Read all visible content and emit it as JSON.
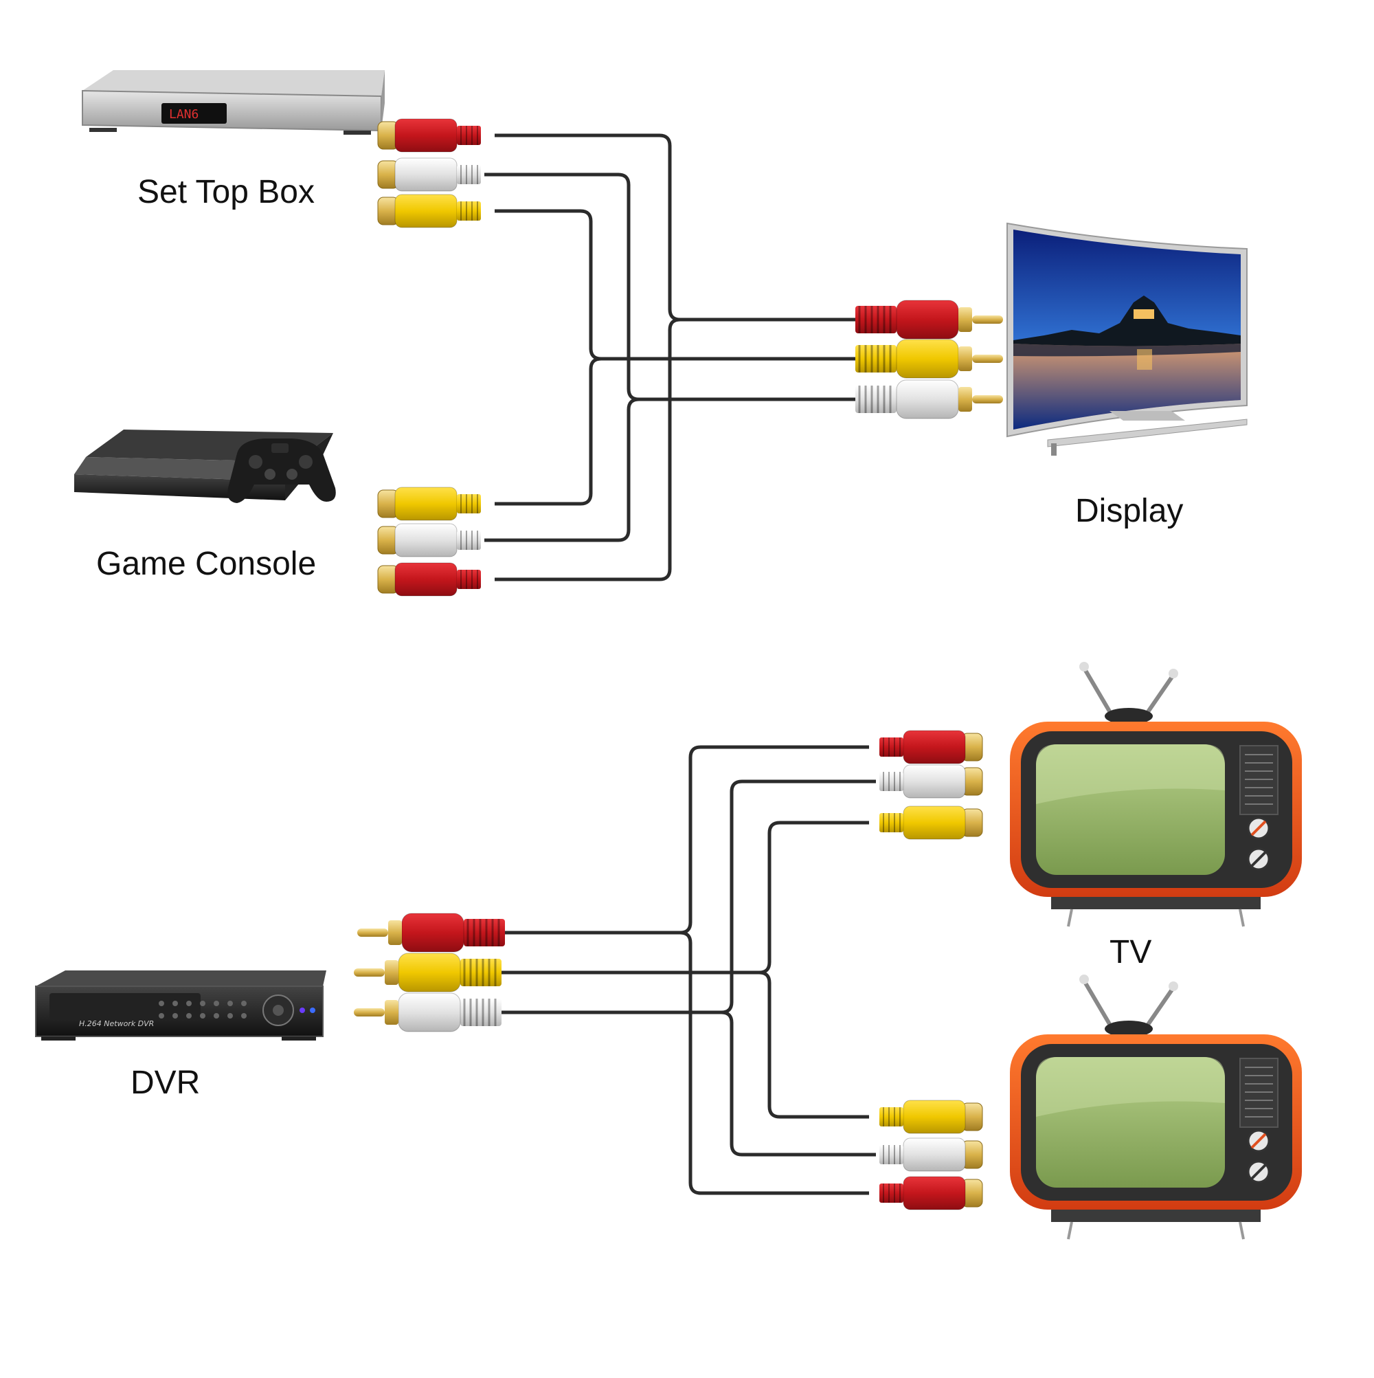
{
  "labels": {
    "set_top_box": "Set Top Box",
    "game_console": "Game Console",
    "display": "Display",
    "dvr": "DVR",
    "tv": "TV"
  },
  "dvr_panel_text": "H.264 Network DVR",
  "stb_display_text": "LAN6",
  "colors": {
    "cable": "#2b2b2b",
    "red_plug": "#c4161c",
    "white_plug": "#e4e4e4",
    "yellow_plug": "#f0c800",
    "gold_tip": "#d9b24a",
    "tv_body": "#ef5a1e",
    "tv_screen": "#8fb062"
  },
  "icons": {
    "set_top_box": "set-top-box-icon",
    "game_console": "game-console-icon",
    "display": "curved-monitor-icon",
    "dvr": "dvr-recorder-icon",
    "tv": "retro-tv-icon"
  }
}
